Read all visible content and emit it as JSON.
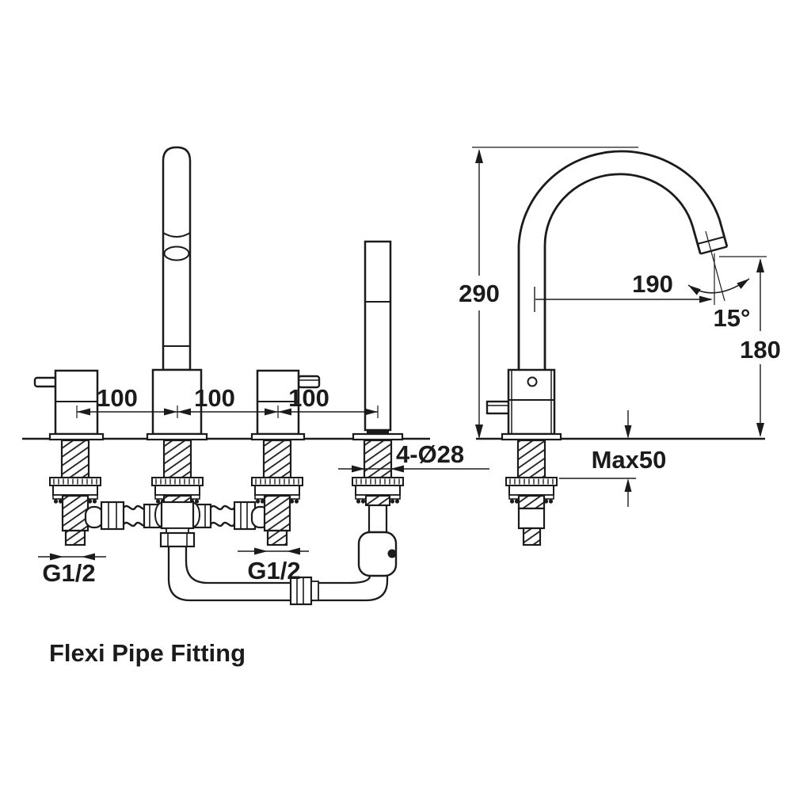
{
  "colors": {
    "line": "#1b1b1b",
    "background": "#ffffff"
  },
  "caption": "Flexi Pipe Fitting",
  "dimensions": {
    "front": {
      "spacings": [
        "100",
        "100",
        "100"
      ],
      "hole": "4-Ø28",
      "thread_left": "G1/2",
      "thread_right": "G1/2"
    },
    "side": {
      "height": "290",
      "reach": "190",
      "angle": "15°",
      "outlet_height": "180",
      "deck_max": "Max50"
    }
  }
}
